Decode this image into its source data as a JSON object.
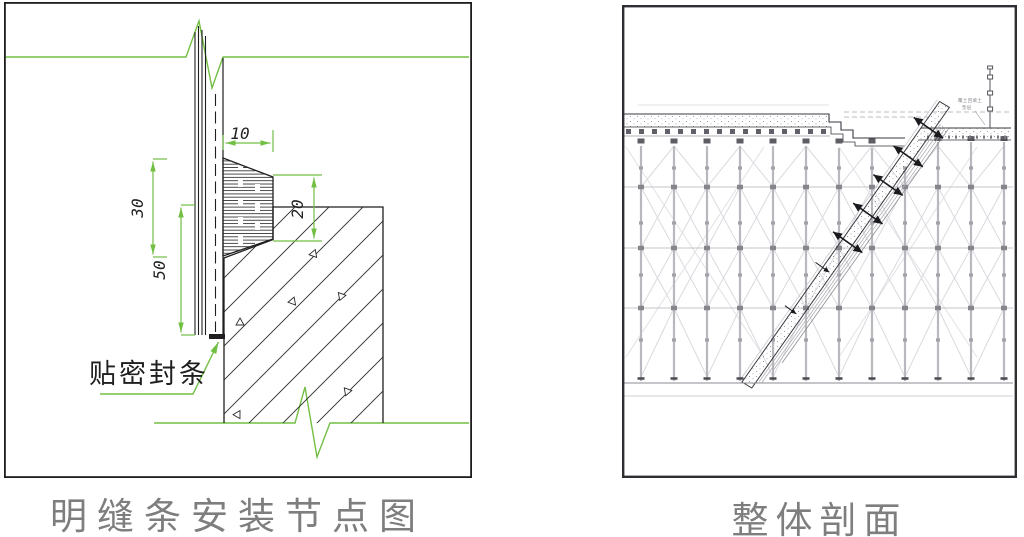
{
  "page": {
    "background": "#ffffff"
  },
  "left_figure": {
    "caption": "明缝条安装节点图",
    "seal_strip_label": "贴密封条",
    "dimensions": {
      "top_width": "10",
      "upper_height": "30",
      "lower_height": "50",
      "right_height": "20"
    },
    "colors": {
      "annotation_green": "#72bf44",
      "drawing_black": "#1f1f1f",
      "caption_gray": "#7e7e7e"
    }
  },
  "right_figure": {
    "caption": "整体剖面",
    "tiny_note": {
      "line1": "覆土回填土",
      "line2": "垫层"
    },
    "colors": {
      "scaffold_gray": "#b8b8bf",
      "concrete_dark": "#3a3a40"
    }
  }
}
